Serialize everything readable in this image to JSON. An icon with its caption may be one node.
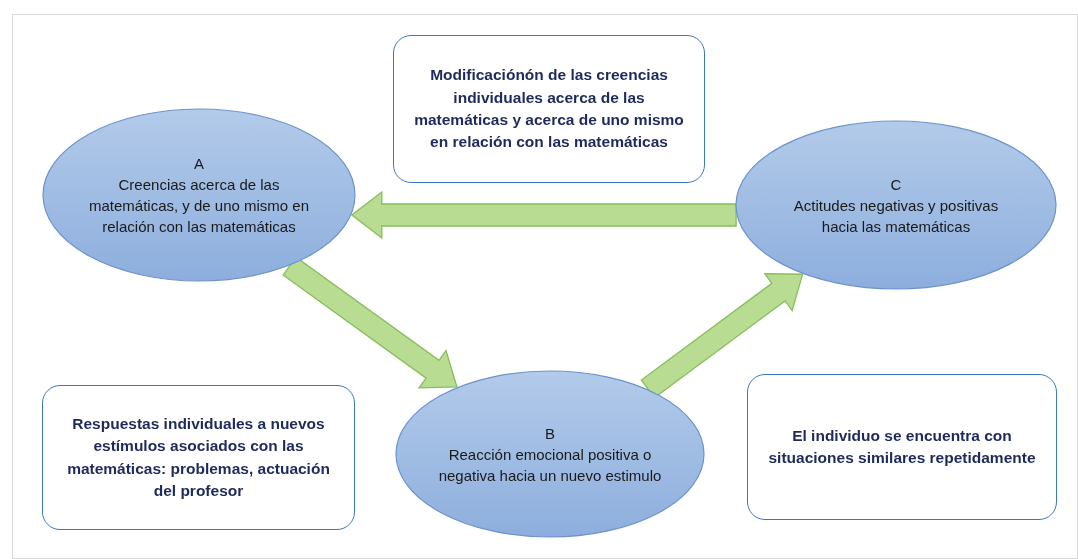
{
  "diagram": {
    "nodes": [
      {
        "text": [
          "Modificaciónón de las creencias individuales acerca de las matemáticas y acerca de uno mismo en relación con las matemáticas"
        ]
      },
      {
        "text": [
          "A",
          "Creencias acerca de las matemáticas, y de uno mismo en relación con las matemáticas"
        ]
      },
      {
        "text": [
          "C",
          "Actitudes negativas y positivas hacia las matemáticas"
        ]
      },
      {
        "text": [
          "Respuestas individuales a nuevos estímulos asociados con las matemáticas: problemas, actuación del profesor"
        ]
      },
      {
        "text": [
          "B",
          "Reacción emocional positiva o negativa hacia un nuevo estimulo"
        ]
      },
      {
        "text": [
          "El individuo se encuentra con situaciones similares repetidamente"
        ]
      }
    ],
    "edges": [
      {
        "from": 1,
        "to": 4,
        "arrow": "to"
      },
      {
        "from": 4,
        "to": 2,
        "arrow": "to"
      },
      {
        "from": 2,
        "to": 1,
        "arrow": "to"
      }
    ]
  }
}
